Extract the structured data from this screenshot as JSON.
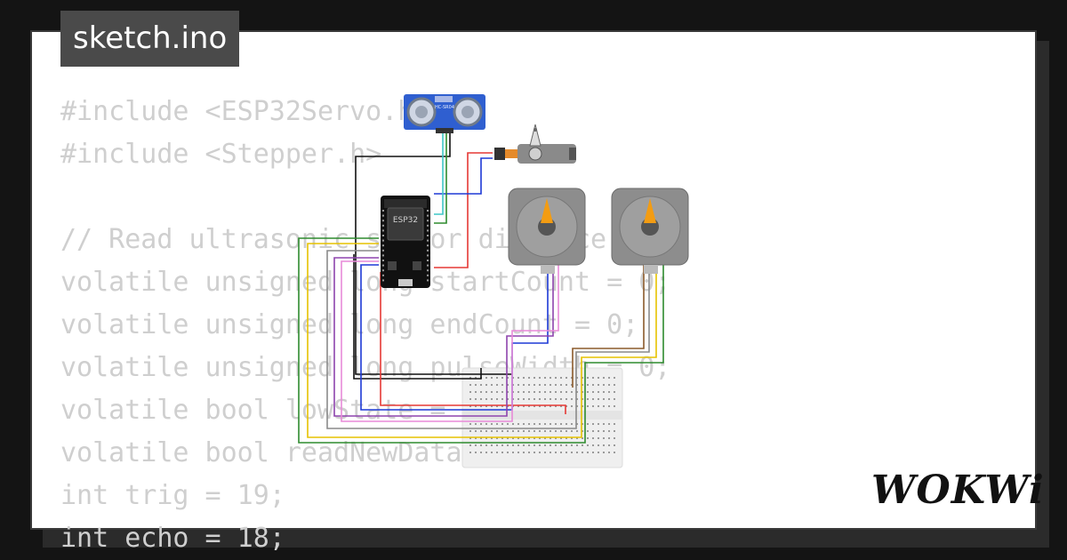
{
  "tab": {
    "filename": "sketch.ino"
  },
  "code_lines": [
    "#include <ESP32Servo.h>",
    "#include <Stepper.h>",
    "",
    "// Read ultrasonic sensor distance",
    "volatile unsigned long startCount = 0;",
    "volatile unsigned long endCount = 0;",
    "volatile unsigned long pulseWidth = 0;",
    "volatile bool lowState = false;",
    "volatile bool readNewData = false;",
    "int trig = 19;",
    "int echo = 18;"
  ],
  "components": {
    "ultrasonic": {
      "label": "HC-SR04"
    },
    "mcu": {
      "label": "ESP32"
    }
  },
  "brand": {
    "logo": "WOKWi"
  },
  "colors": {
    "wire_black": "#111111",
    "wire_red": "#e53935",
    "wire_blue": "#1e3ad6",
    "wire_green": "#2e8b2e",
    "wire_yellow": "#e6c200",
    "wire_purple": "#8e44ad",
    "wire_pink": "#e88ad8",
    "wire_gray": "#8a8a8a",
    "wire_brown": "#8b5a2b",
    "wire_cyan": "#3fc7c7",
    "stepper_body": "#8d8d8d",
    "stepper_arrow": "#f39c12",
    "sensor_blue": "#2f5fd0"
  }
}
